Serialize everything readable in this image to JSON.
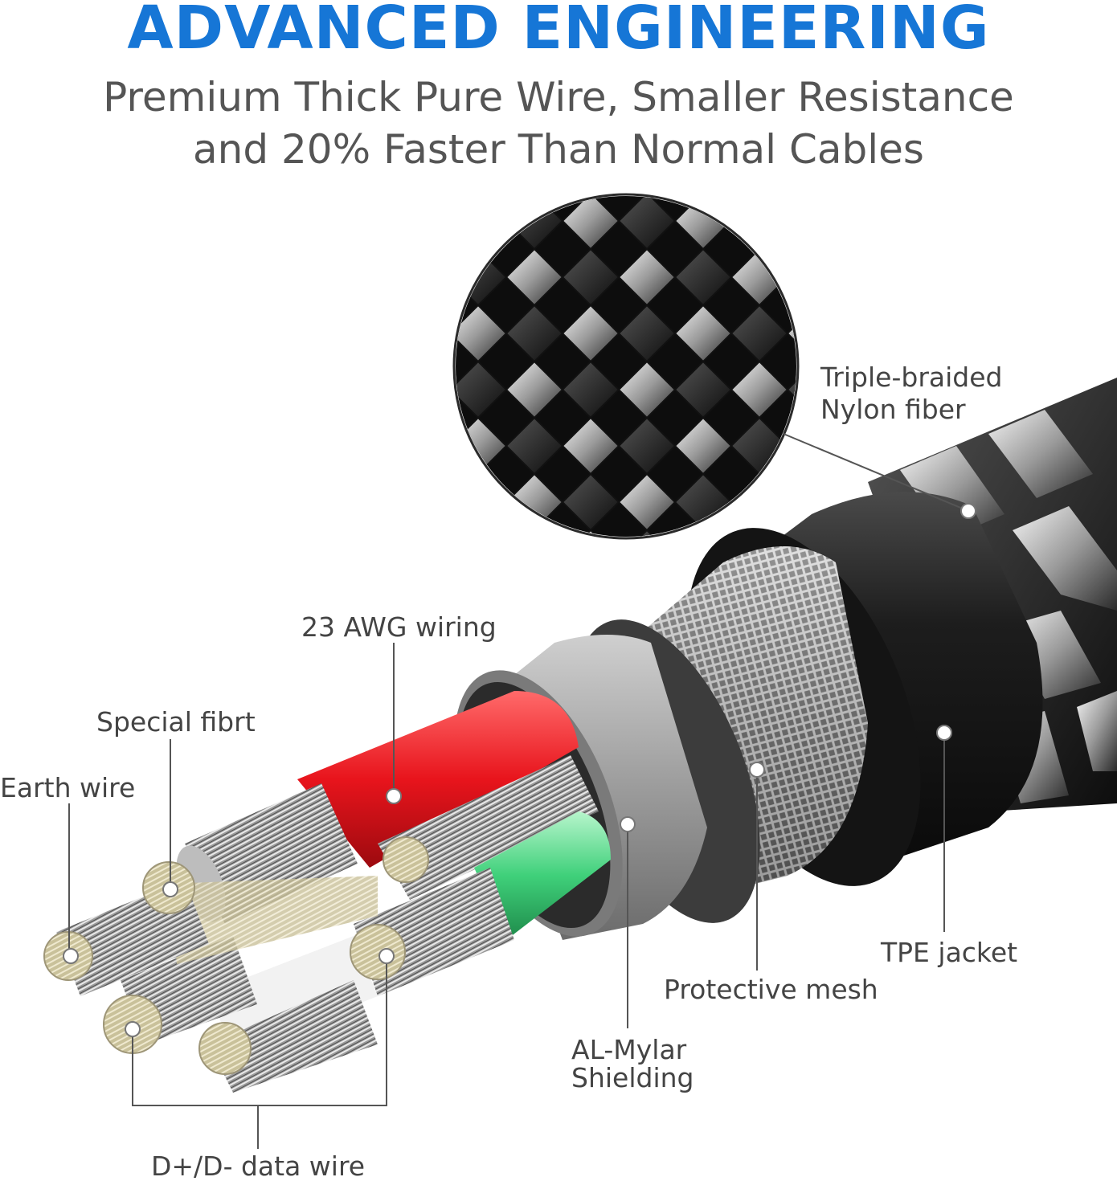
{
  "header": {
    "title": "ADVANCED ENGINEERING",
    "subtitle_line_1": "Premium Thick Pure Wire, Smaller Resistance",
    "subtitle_line_2": "and 20% Faster Than Normal Cables"
  },
  "callouts": {
    "triple_braided_line_1": "Triple-braided",
    "triple_braided_line_2": "Nylon fiber",
    "awg_wiring": "23 AWG wiring",
    "special_fibrt": "Special fibrt",
    "earth_wire": "Earth wire",
    "tpe_jacket": "TPE jacket",
    "protective_mesh": "Protective mesh",
    "al_mylar_line_1": "AL-Mylar",
    "al_mylar_line_2": "Shielding",
    "data_wire": "D+/D- data wire"
  },
  "colors": {
    "title_blue": "#1676d6",
    "red_wire": "#e8141c",
    "green_wire": "#3fd07a",
    "white_wire": "#f2f2f2",
    "jacket_black": "#1a1a1a",
    "mylar_silver": "#a9a9a9"
  }
}
